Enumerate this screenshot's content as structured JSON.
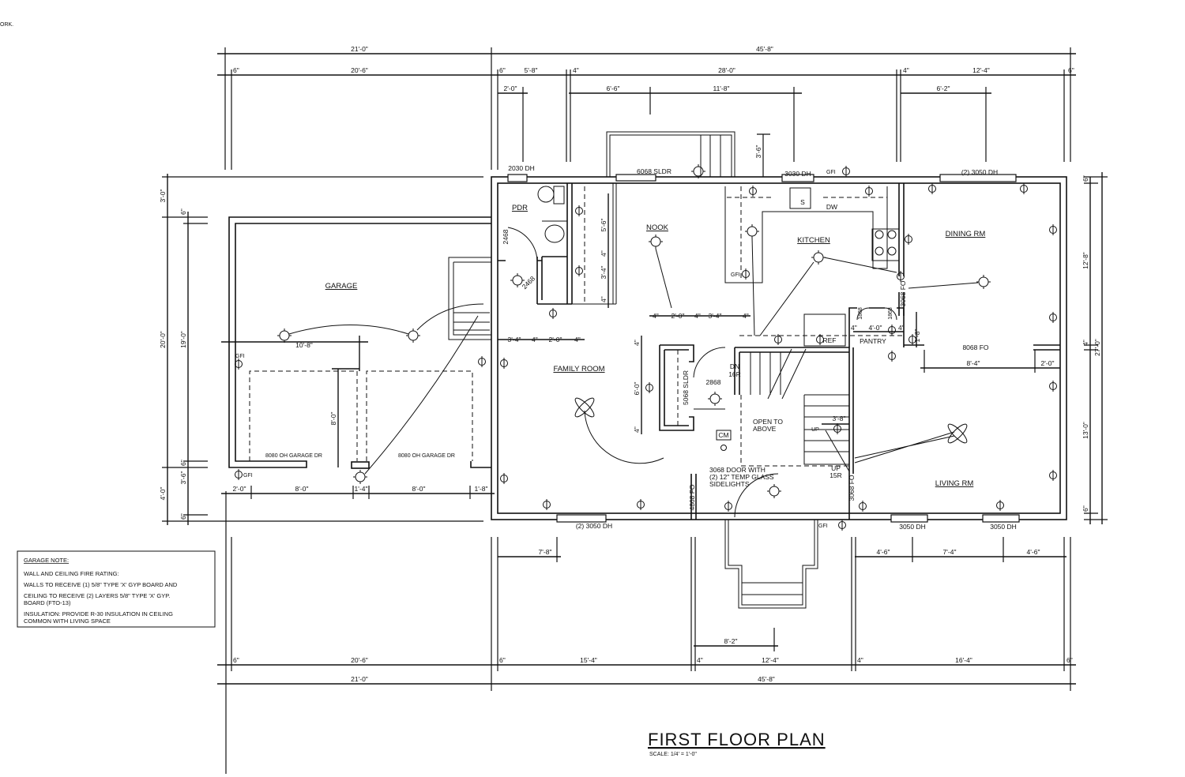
{
  "corner_text": "ORK.",
  "title": {
    "main": "FIRST FLOOR PLAN",
    "scale": "SCALE: 1/4' = 1'-0\""
  },
  "rooms": {
    "garage": "GARAGE",
    "pdr": "PDR",
    "nook": "NOOK",
    "kitchen": "KITCHEN",
    "dining": "DINING RM",
    "family": "FAMILY ROOM",
    "living": "LIVING RM",
    "pantry": "PANTRY"
  },
  "openings": {
    "w_pdr": "2030 DH",
    "sldr_top": "6068 SLDR",
    "w_kitchen": "3030 DH",
    "w_dining": "(2) 3050 DH",
    "w_family": "(2) 3050 DH",
    "w_living1": "3050 DH",
    "w_living2": "3050 DH",
    "garage_dr1": "8080 OH GARAGE DR",
    "garage_dr2": "8080 OH GARAGE DR",
    "sldr_family": "5068 SLDR",
    "door_2868": "2868",
    "pdr_door": "2468",
    "closet_door": "2468",
    "fo_4868": "4868 FO",
    "fo_3068_foyer": "3068 FO",
    "fo_3068_kitchen": "3068 FO",
    "fo_8068": "8068 FO",
    "pantry_door1": "1868",
    "pantry_door2": "1868",
    "entry_line1": "3068 DOOR WITH",
    "entry_line2": "(2) 12\" TEMP GLASS",
    "entry_line3": "SIDELIGHTS"
  },
  "annotations": {
    "stair_dn": "DN",
    "stair_dn_r": "16R",
    "stair_up": "UP",
    "stair_up_r": "15R",
    "stair_up_small": "UP",
    "open1": "OPEN TO",
    "open2": "ABOVE",
    "cm": "CM",
    "ref": "REF",
    "sink": "S",
    "dw": "DW",
    "gfi": "GFI"
  },
  "dimensions": {
    "top_overall": [
      "21'-0\"",
      "45'-8\""
    ],
    "top_second": [
      "6\"",
      "20'-6\"",
      "6\"",
      "5'-8\"",
      "4\"",
      "28'-0\"",
      "4\"",
      "12'-4\"",
      "6\""
    ],
    "top_third": [
      "2'-0\"",
      "6'-6\"",
      "11'-8\"",
      "6'-2\""
    ],
    "deck_depth": "3'-6\"",
    "left_outer": [
      "3'-0\"",
      "20'-0\"",
      "4'-0\""
    ],
    "left_inner": [
      "6\"",
      "19'-0\"",
      "6\"",
      "3'-6\"",
      "6\""
    ],
    "garage_width": "10'-8\"",
    "garage_door_height": "8'-0\"",
    "garage_bottom": [
      "2'-0\"",
      "8'-0\"",
      "1'-4\"",
      "8'-0\"",
      "1'-8\""
    ],
    "right_outer": "27'-0\"",
    "right_inner": [
      "6\"",
      "12'-8\"",
      "4\"",
      "13'-0\"",
      "6\""
    ],
    "pdr_row": [
      "3'-4\"",
      "4\"",
      "2'-0\"",
      "4\""
    ],
    "nook_row": [
      "4\"",
      "2'-0\"",
      "4\"",
      "3'-4\"",
      "4\""
    ],
    "hall_vertical": [
      "5'-6\"",
      "4\"",
      "3'-4\"",
      "4\""
    ],
    "sldr_vertical": [
      "4\"",
      "6'-0\"",
      "4\""
    ],
    "stair_width": "3'-8\"",
    "pantry": [
      "4\"",
      "4'-0\"",
      "4\"",
      "1'-8\""
    ],
    "dining_opening": [
      "8'-4\"",
      "2'-0\""
    ],
    "bottom_windows": [
      "7'-8\"",
      "4'-6\"",
      "7'-4\"",
      "4'-6\""
    ],
    "porch": "8'-2\"",
    "bottom_second": [
      "6\"",
      "20'-6\"",
      "6\"",
      "15'-4\"",
      "4\"",
      "12'-4\"",
      "4\"",
      "16'-4\"",
      "6\""
    ],
    "bottom_overall": [
      "21'-0\"",
      "45'-8\""
    ]
  },
  "garage_note": {
    "heading": "GARAGE NOTE:",
    "lines": [
      "WALL AND CEILING FIRE RATING:",
      "WALLS TO RECEIVE (1) 5/8\" TYPE 'X' GYP BOARD AND",
      "CEILING TO RECEIVE (2) LAYERS 5/8\" TYPE 'X' GYP.",
      "BOARD (FTO-13)",
      "INSULATION: PROVIDE R-30 INSULATION IN CEILING",
      "COMMON WITH LIVING SPACE"
    ]
  },
  "icons": [
    "outlet-icon",
    "ceiling-light-icon",
    "ceiling-fan-icon",
    "switch-icon",
    "toilet-icon",
    "sink-icon",
    "range-icon"
  ]
}
